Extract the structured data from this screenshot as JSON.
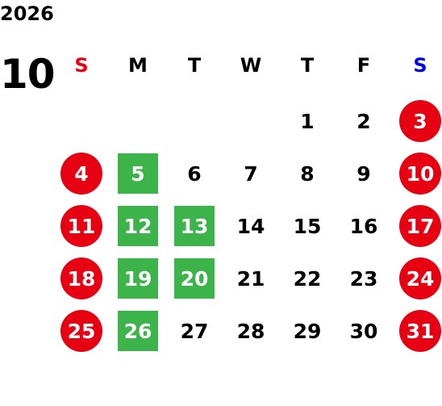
{
  "calendar": {
    "year": "2026",
    "month": "10",
    "weekdays": [
      {
        "label": "S",
        "color": "#e60012"
      },
      {
        "label": "M",
        "color": "#000000"
      },
      {
        "label": "T",
        "color": "#000000"
      },
      {
        "label": "W",
        "color": "#000000"
      },
      {
        "label": "T",
        "color": "#000000"
      },
      {
        "label": "F",
        "color": "#000000"
      },
      {
        "label": "S",
        "color": "#0000e6"
      }
    ],
    "colors": {
      "holiday_red": "#e60012",
      "event_green": "#3cb44a",
      "text": "#000000"
    },
    "weeks": [
      [
        "",
        "",
        "",
        "",
        "1",
        "2",
        "3"
      ],
      [
        "4",
        "5",
        "6",
        "7",
        "8",
        "9",
        "10"
      ],
      [
        "11",
        "12",
        "13",
        "14",
        "15",
        "16",
        "17"
      ],
      [
        "18",
        "19",
        "20",
        "21",
        "22",
        "23",
        "24"
      ],
      [
        "25",
        "26",
        "27",
        "28",
        "29",
        "30",
        "31"
      ]
    ],
    "red_circle_days": [
      "3",
      "4",
      "10",
      "11",
      "17",
      "18",
      "24",
      "25",
      "31"
    ],
    "green_square_days": [
      "5",
      "12",
      "13",
      "19",
      "20",
      "26"
    ]
  }
}
